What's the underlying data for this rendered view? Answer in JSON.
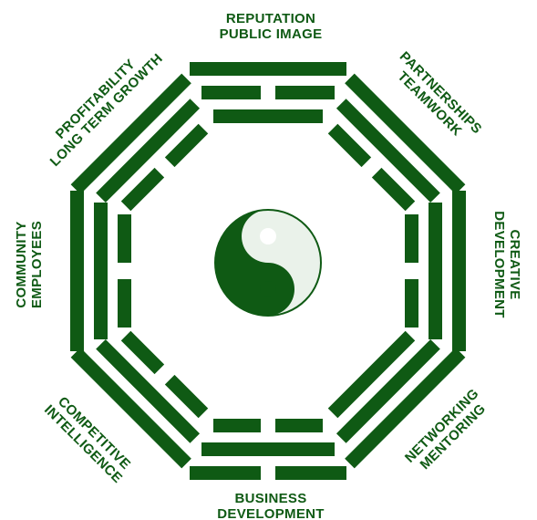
{
  "colors": {
    "primary": "#0f5a14",
    "yin_light": "#eaf2ea",
    "background": "#ffffff"
  },
  "center_symbol": "yin-yang",
  "sectors": [
    {
      "id": "top",
      "label_lines": [
        "REPUTATION",
        "PUBLIC IMAGE"
      ],
      "trigram": [
        true,
        false,
        true
      ]
    },
    {
      "id": "top-right",
      "label_lines": [
        "PARTNERSHIPS",
        "TEAMWORK"
      ],
      "trigram": [
        true,
        true,
        false
      ]
    },
    {
      "id": "right",
      "label_lines": [
        "CREATIVE",
        "DEVELOPMENT"
      ],
      "trigram": [
        true,
        true,
        false
      ]
    },
    {
      "id": "bottom-right",
      "label_lines": [
        "NETWORKING",
        "MENTORING"
      ],
      "trigram": [
        true,
        true,
        true
      ]
    },
    {
      "id": "bottom",
      "label_lines": [
        "BUSINESS",
        "DEVELOPMENT"
      ],
      "trigram": [
        false,
        true,
        false
      ]
    },
    {
      "id": "bottom-left",
      "label_lines": [
        "COMPETITIVE",
        "INTELLIGENCE"
      ],
      "trigram": [
        true,
        true,
        false
      ]
    },
    {
      "id": "left",
      "label_lines": [
        "COMMUNITY",
        "EMPLOYEES"
      ],
      "trigram": [
        true,
        true,
        false
      ]
    },
    {
      "id": "top-left",
      "label_lines": [
        "PROFITABILITY",
        "LONG TERM GROWTH"
      ],
      "trigram": [
        true,
        true,
        false
      ]
    }
  ]
}
